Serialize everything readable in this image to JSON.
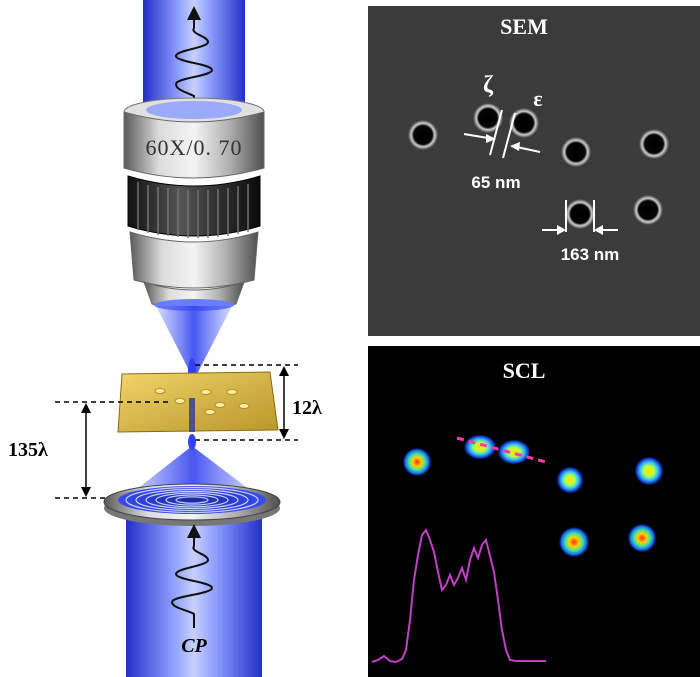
{
  "setup": {
    "objective_label": "60X/0. 70",
    "thickness_label": "12λ",
    "distance_label": "135λ",
    "input_label": "CP"
  },
  "sem_panel": {
    "title": "SEM",
    "zeta_label": "ζ",
    "epsilon_label": "ε",
    "gap_label": "65 nm",
    "diameter_label": "163 nm"
  },
  "scl_panel": {
    "title": "SCL"
  },
  "colors": {
    "beam": "#3a4cf0",
    "sample_gold": "#d4b53a",
    "sem_bg": "#3b3b3b",
    "scl_bg": "#000000",
    "profile_line": "#c040c8",
    "cut_line": "#ff3aa0"
  }
}
